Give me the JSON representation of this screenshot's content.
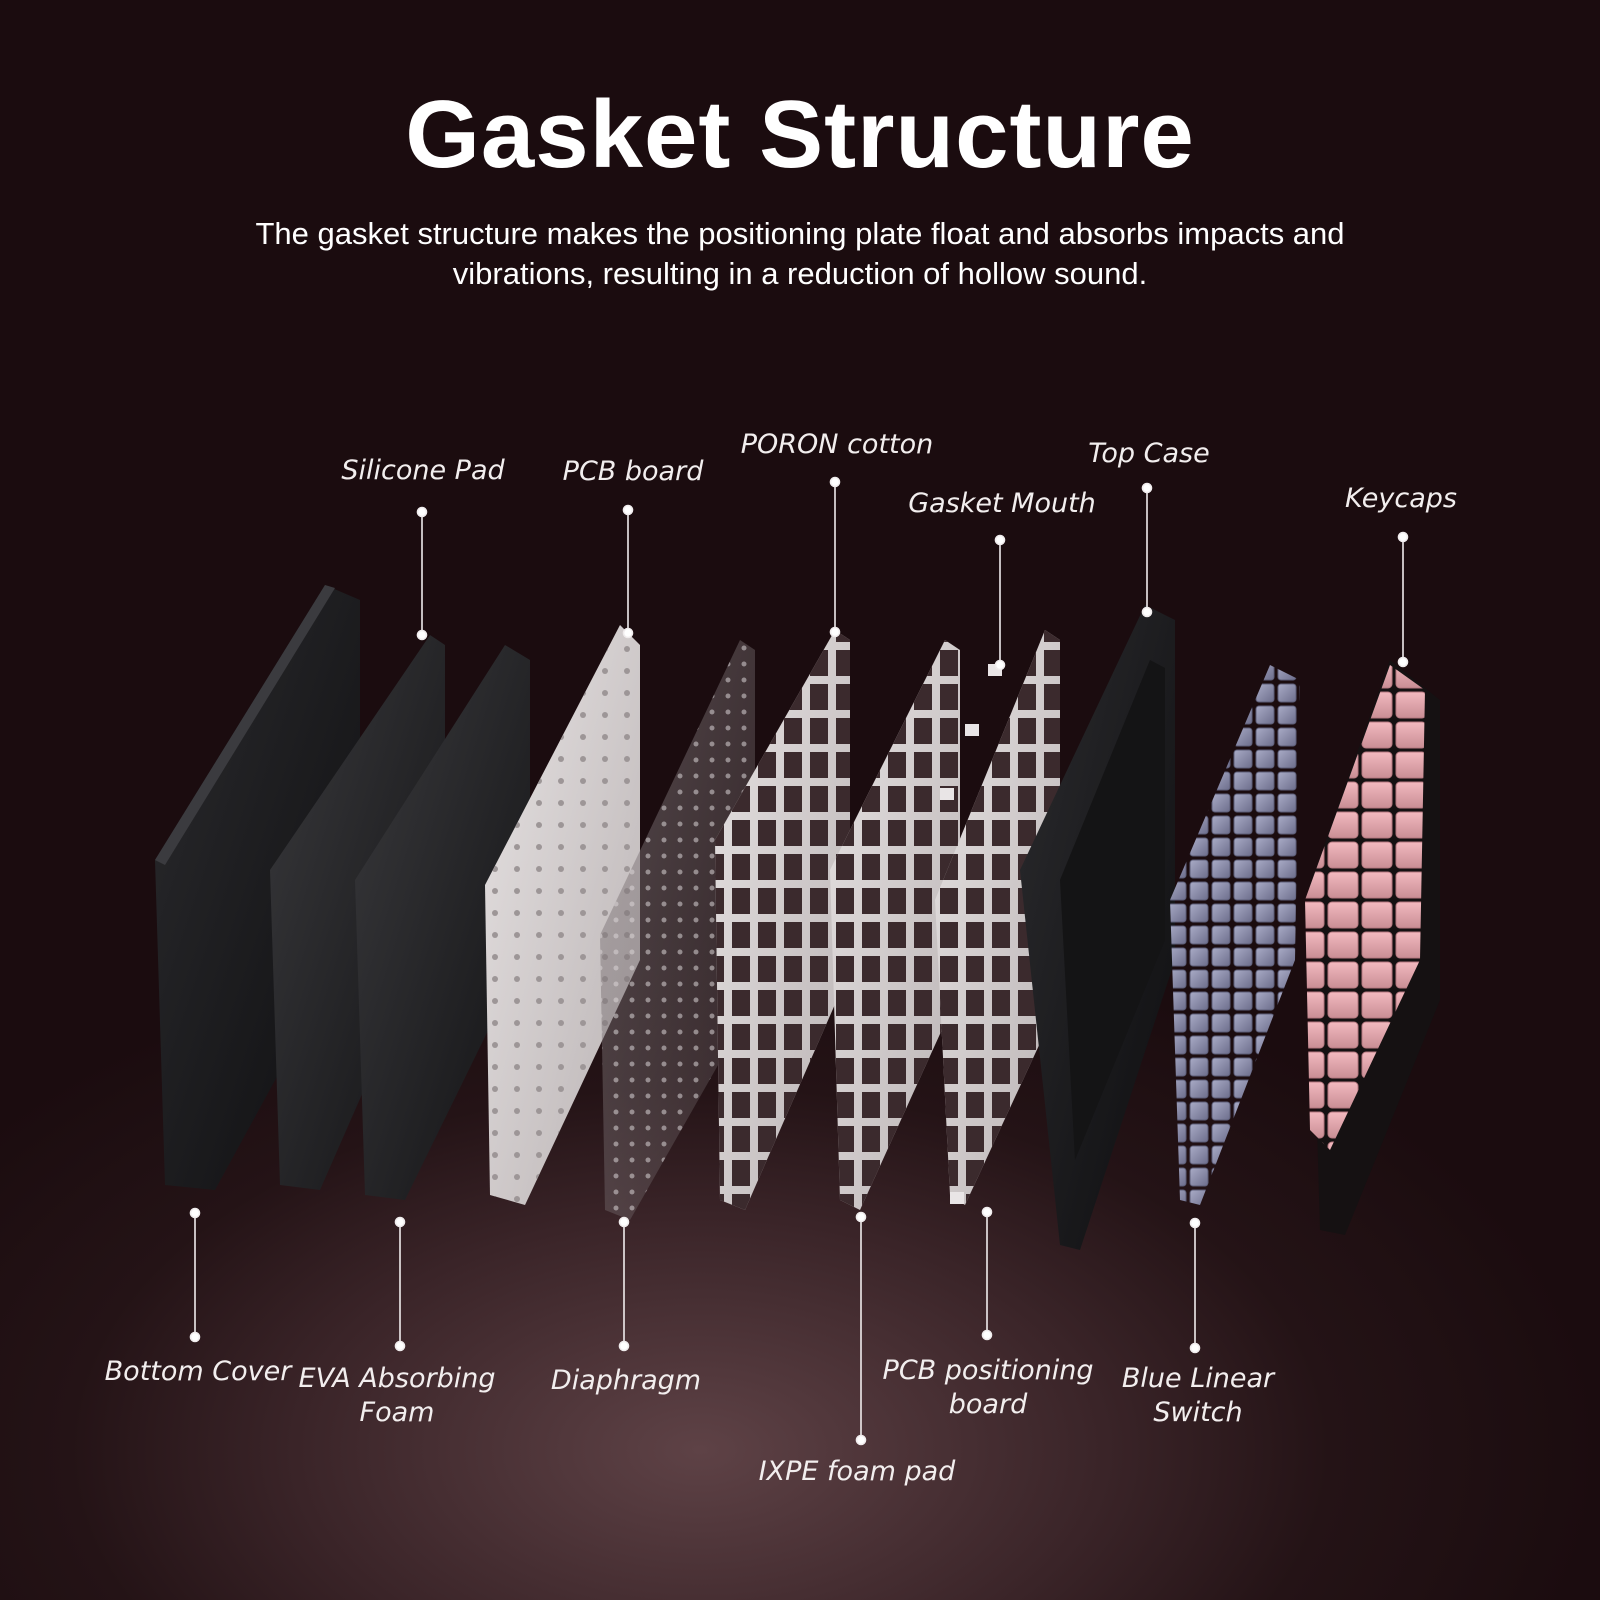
{
  "header": {
    "title": "Gasket Structure",
    "subtitle": "The gasket structure makes the positioning plate float and absorbs impacts and vibrations, resulting in a reduction of hollow sound."
  },
  "labels": {
    "silicone_pad": "Silicone Pad",
    "pcb_board": "PCB board",
    "poron_cotton": "PORON cotton",
    "gasket_mouth": "Gasket Mouth",
    "top_case": "Top Case",
    "keycaps": "Keycaps",
    "bottom_cover": "Bottom Cover",
    "eva_foam": "EVA Absorbing\nFoam",
    "diaphragm": "Diaphragm",
    "ixpe_pad": "IXPE foam pad",
    "pcb_positioning_board": "PCB positioning\nboard",
    "blue_linear_switch": "Blue Linear\nSwitch"
  },
  "colors": {
    "background": "#241316",
    "text": "#ffffff",
    "keycap_pink": "#e7a8ae",
    "switch_blue": "#8f90b0"
  }
}
